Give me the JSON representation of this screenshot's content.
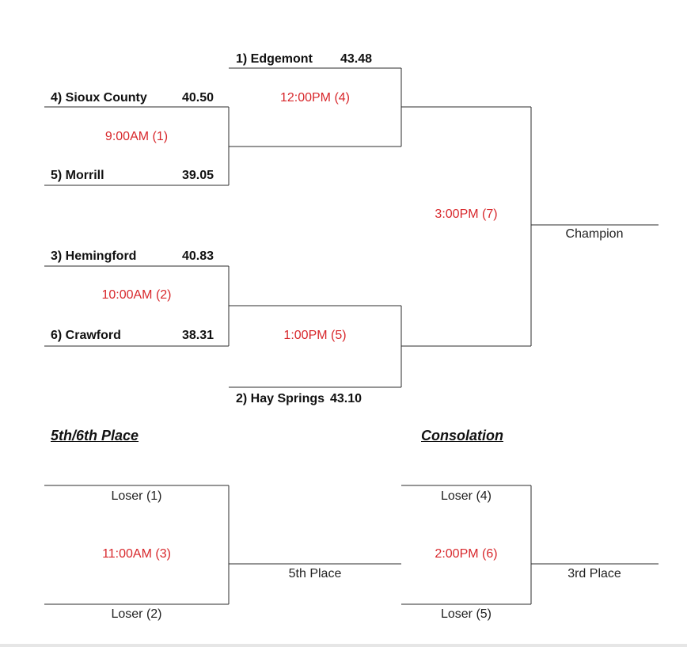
{
  "bracket": {
    "match1": {
      "team_a": "4) Sioux County",
      "score_a": "40.50",
      "team_b": "5) Morrill",
      "score_b": "39.05",
      "time": "9:00AM (1)"
    },
    "match2": {
      "team_a": "3) Hemingford",
      "score_a": "40.83",
      "team_b": "6) Crawford",
      "score_b": "38.31",
      "time": "10:00AM (2)"
    },
    "match4": {
      "seed": "1) Edgemont",
      "seed_score": "43.48",
      "time": "12:00PM (4)"
    },
    "match5": {
      "seed": "2) Hay Springs",
      "seed_score": "43.10",
      "time": "1:00PM (5)"
    },
    "final": {
      "time": "3:00PM (7)",
      "result_label": "Champion"
    }
  },
  "fifth_sixth": {
    "heading": "5th/6th Place",
    "slot_a": "Loser (1)",
    "slot_b": "Loser (2)",
    "time": "11:00AM (3)",
    "result_label": "5th Place"
  },
  "consolation": {
    "heading": "Consolation",
    "slot_a": "Loser (4)",
    "slot_b": "Loser (5)",
    "time": "2:00PM (6)",
    "result_label": "3rd Place"
  },
  "colors": {
    "time_text": "#d8282c",
    "line": "#2b2b2b",
    "text": "#111111"
  }
}
